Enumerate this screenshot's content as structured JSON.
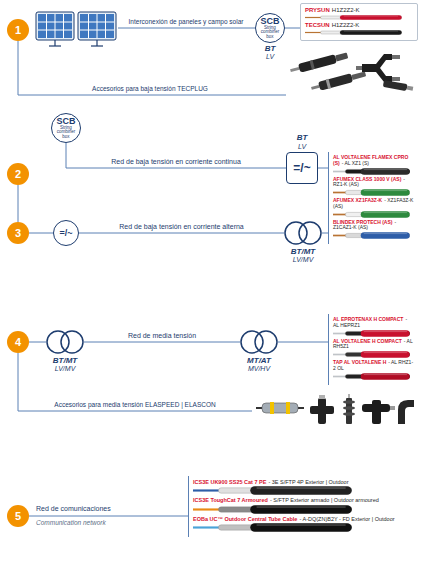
{
  "diagram": {
    "nodes": [
      {
        "text": [
          "1"
        ]
      },
      {
        "text": [
          "SCB",
          "String combiner box",
          "BT",
          "LV"
        ]
      },
      {
        "text": [
          "PRYSUN",
          "H1Z2Z2-K",
          "TECSUN",
          "H1Z2Z2-K"
        ]
      },
      {
        "text": [
          "SCB",
          "String combiner box"
        ]
      },
      {
        "text": [
          "BT",
          "LV",
          "=/~"
        ]
      },
      {
        "text": [
          "2"
        ]
      },
      {
        "text": [
          "AL VOLTALENE FLAMEX CPRO (S)",
          "- AL XZ1 (S)",
          "AFUMEX CLASS 1000 V (AS)",
          "- RZ1-K (AS)",
          "AFUMEX XZ1FA3Z-K",
          "- XZ1FA3Z-K (AS)",
          "BLINDEX PROTECH (AS)",
          "- Z1CAZ1-K (AS)"
        ]
      },
      {
        "text": [
          "3"
        ]
      },
      {
        "text": [
          "=/~"
        ]
      },
      {
        "text": [
          "BT/MT",
          "LV/MV"
        ]
      },
      {
        "text": [
          "4"
        ]
      },
      {
        "text": [
          "BT/MT",
          "LV/MV"
        ]
      },
      {
        "text": [
          "MT/AT",
          "MV/HV"
        ]
      },
      {
        "text": [
          "AL EPROTENAX H COMPACT",
          "- AL HEPRZ1",
          "AL VOLTALENE H COMPACT",
          "- AL RH5Z1",
          "TAP AL VOLTALENE H",
          "- AL RHZ1-2 OL"
        ]
      },
      {
        "text": [
          "5"
        ]
      },
      {
        "text": [
          "ICS3E UK900 SS25 Cat 7 PE",
          "- 3E S/FTP 4P Exterior | Outdoor",
          "ICS3E ToughCat 7 Armoured",
          "- S/FTP Exterior armado | Outdoor armoured",
          "EOBa UC™ Outdoor Central Tube Cable",
          "- A-DQ(ZN)B2Y - FD Exterior | Outdoor"
        ]
      }
    ],
    "edges": [
      {
        "from": 1,
        "to": 2,
        "arrow": "none"
      },
      {
        "from": 3,
        "to": 4,
        "label": "Red de baja tensión en corriente continua",
        "arrow": "none"
      },
      {
        "from": 5,
        "to": 7,
        "arrow": "none"
      },
      {
        "from": 4,
        "to": 6,
        "arrow": "none"
      },
      {
        "from": 7,
        "to": 8,
        "arrow": "none"
      },
      {
        "from": 8,
        "to": 9,
        "label": "Red de baja tensión en corriente alterna",
        "arrow": "none"
      },
      {
        "from": 9,
        "to": 6,
        "arrow": "none"
      },
      {
        "from": 10,
        "to": 11,
        "arrow": "none"
      },
      {
        "from": 11,
        "to": 12,
        "label": "Red de media tensión",
        "arrow": "none"
      },
      {
        "from": 12,
        "to": 13,
        "arrow": "none"
      },
      {
        "from": 14,
        "to": 15,
        "arrow": "none"
      }
    ],
    "labels": [
      "Interconexión de paneles y campo solar",
      "Accesorios para baja tensión TECPLUG",
      "Accesorios para media tensión ELASPEED | ELASCON",
      "Red de comunicaciones",
      "Communication network"
    ]
  }
}
